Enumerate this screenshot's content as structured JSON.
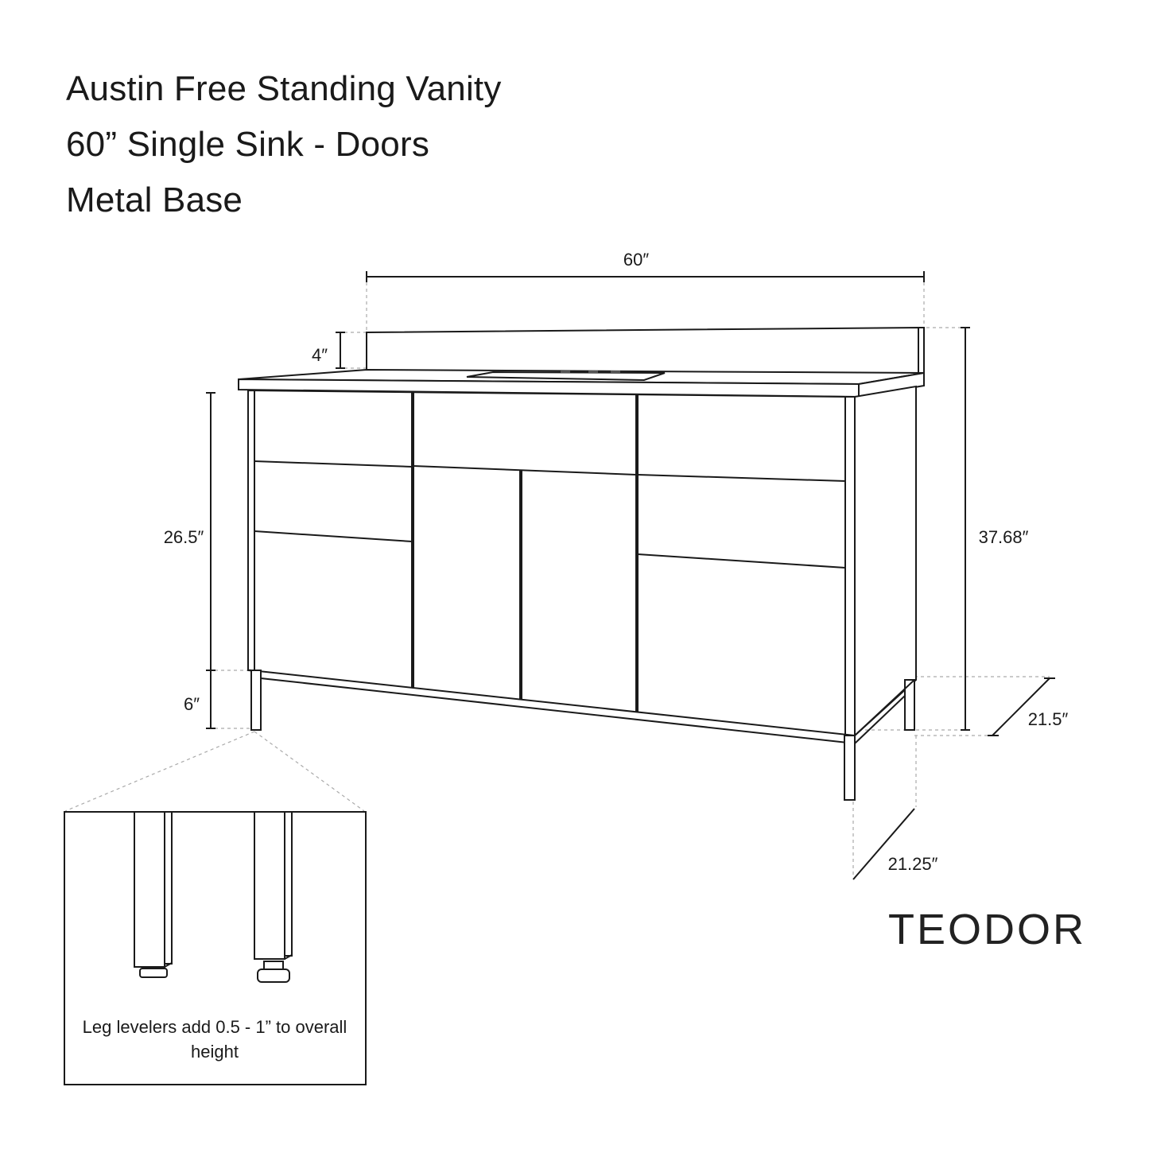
{
  "title": {
    "line1": "Austin Free Standing Vanity",
    "line2": "60”  Single Sink - Doors",
    "line3": "Metal Base"
  },
  "dimensions": {
    "width": "60″",
    "backsplash": "4″",
    "cabinet_height": "26.5″",
    "leg_height": "6″",
    "overall_height": "37.68″",
    "top_depth": "21.5″",
    "base_depth": "21.25″"
  },
  "inset": {
    "note": "Leg levelers add 0.5 - 1” to overall height"
  },
  "brand": "TEODOR"
}
